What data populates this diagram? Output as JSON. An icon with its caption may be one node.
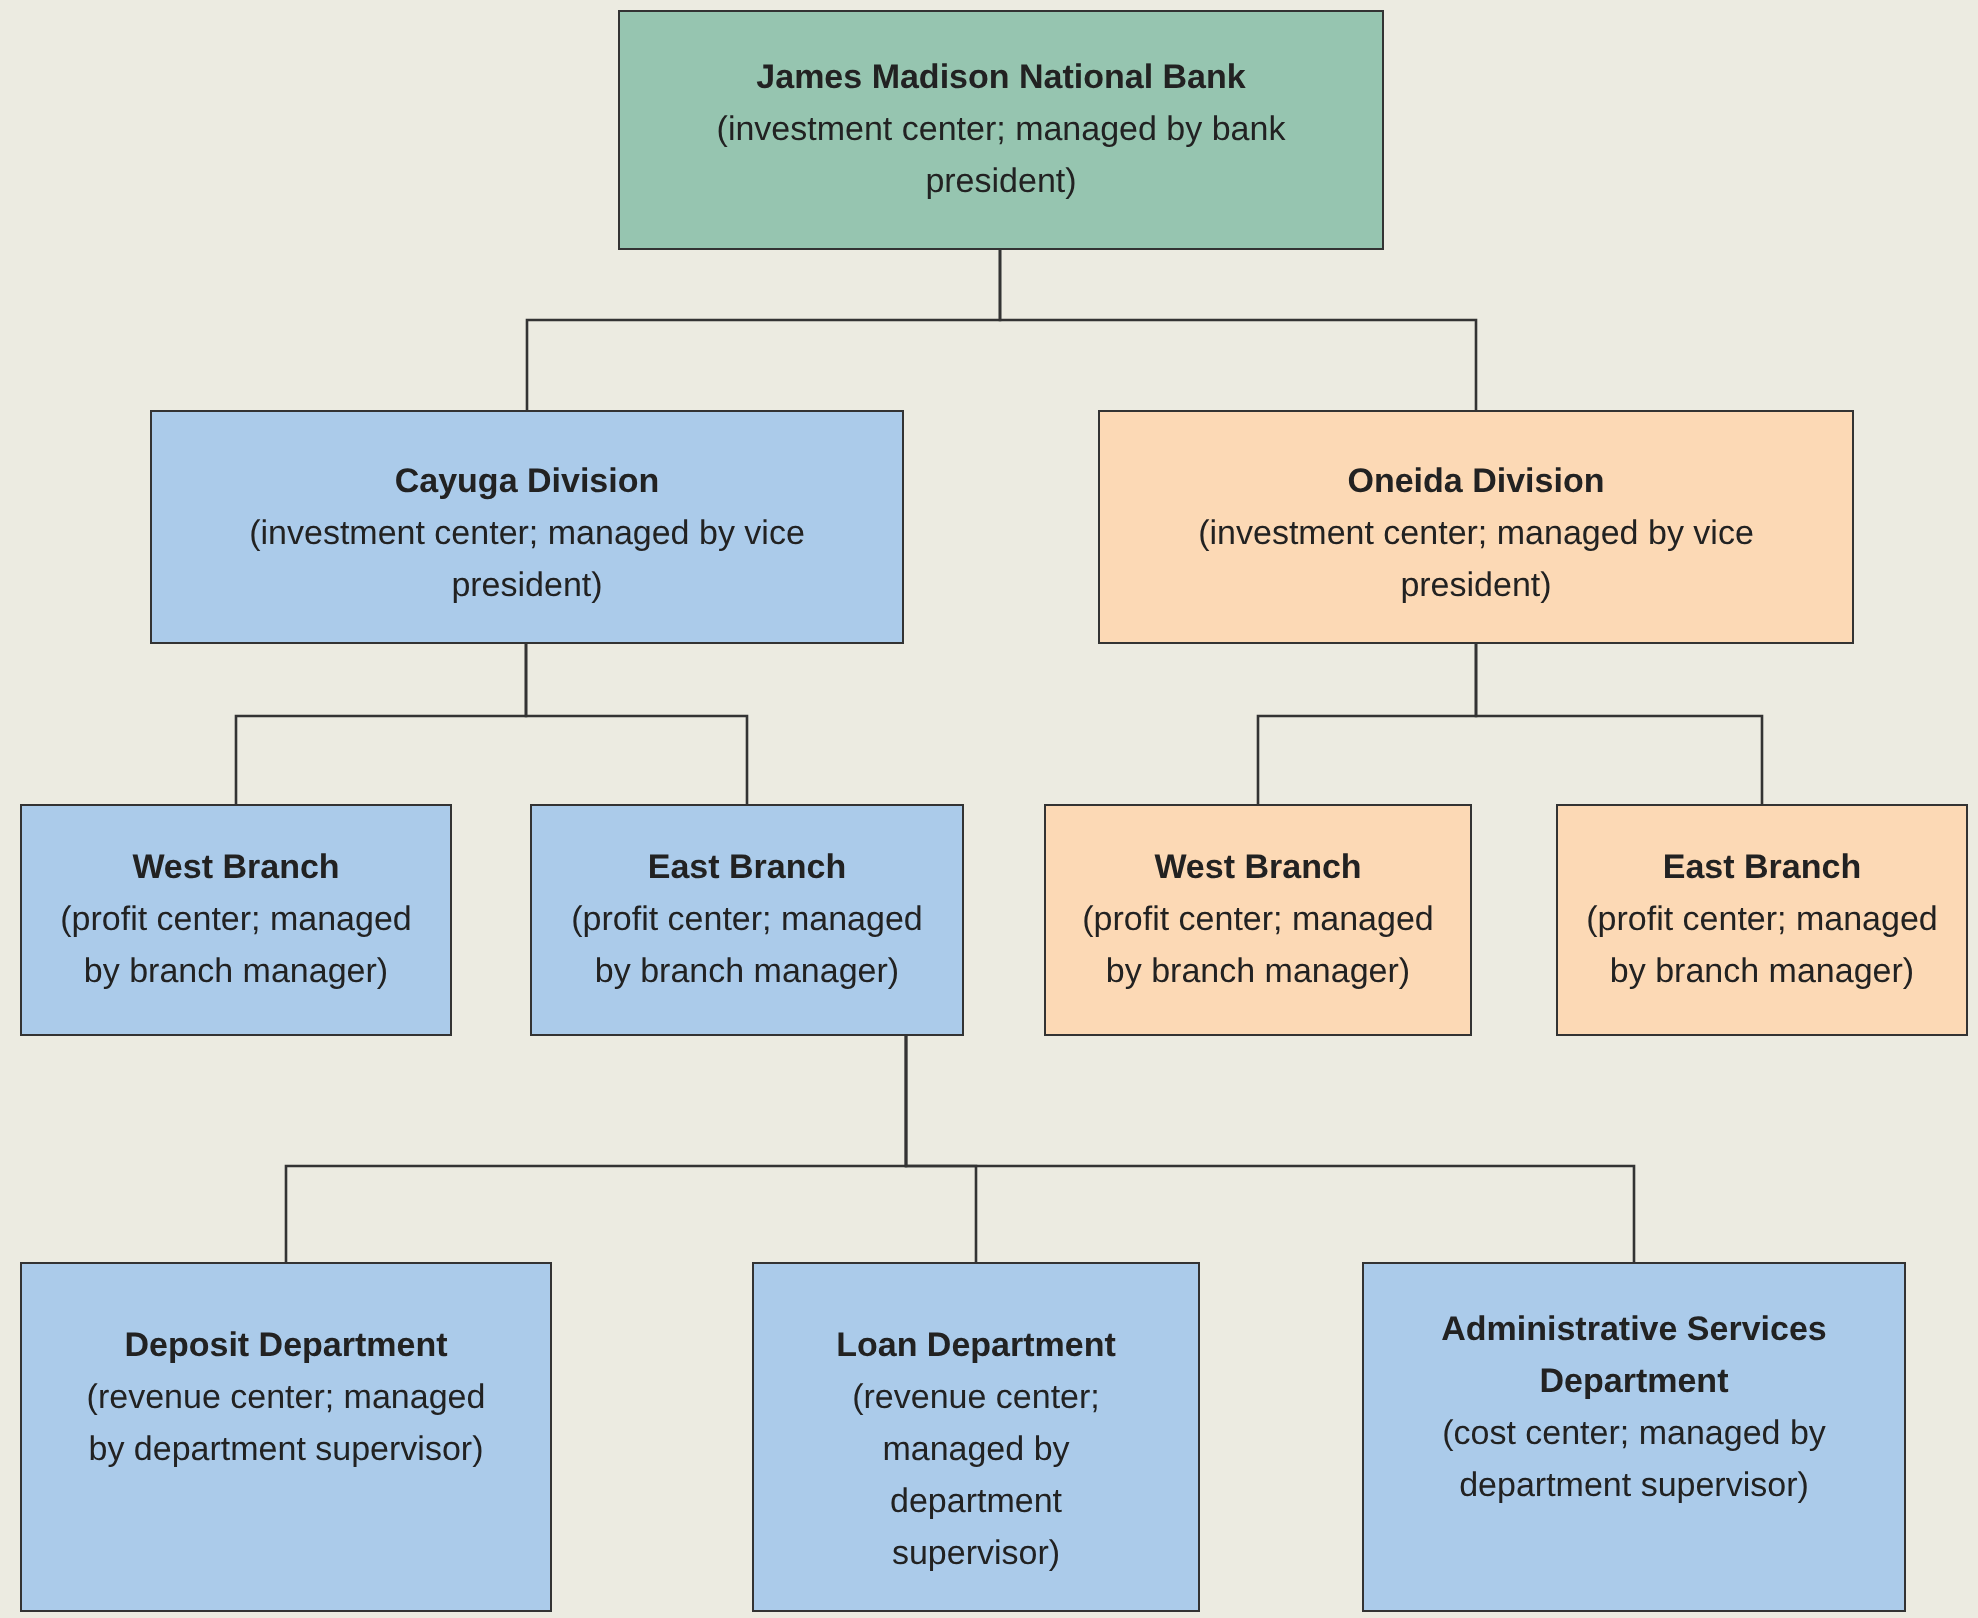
{
  "diagram": {
    "nodes": [
      {
        "text": [
          "James Madison National Bank",
          "(investment center; managed by bank president)"
        ]
      },
      {
        "text": [
          "Cayuga Division",
          "(investment center; managed by vice president)"
        ]
      },
      {
        "text": [
          "Oneida Division",
          "(investment center; managed by vice president)"
        ]
      },
      {
        "text": [
          "West Branch",
          "(profit center; managed by branch manager)"
        ]
      },
      {
        "text": [
          "East Branch",
          "(profit center; managed by branch manager)"
        ]
      },
      {
        "text": [
          "West Branch",
          "(profit center; managed by branch manager)"
        ]
      },
      {
        "text": [
          "East Branch",
          "(profit center; managed by branch manager)"
        ]
      },
      {
        "text": [
          "Deposit Department",
          "(revenue center; managed by department supervisor)"
        ]
      },
      {
        "text": [
          "Loan Department",
          "(revenue center; managed by department supervisor)"
        ]
      },
      {
        "text": [
          "Administrative Services Department",
          "(cost center; managed by department supervisor)"
        ]
      }
    ],
    "edges": [
      {
        "from": 0,
        "to": 1,
        "arrow": "none"
      },
      {
        "from": 0,
        "to": 2,
        "arrow": "none"
      },
      {
        "from": 1,
        "to": 3,
        "arrow": "none"
      },
      {
        "from": 1,
        "to": 4,
        "arrow": "none"
      },
      {
        "from": 2,
        "to": 5,
        "arrow": "none"
      },
      {
        "from": 2,
        "to": 6,
        "arrow": "none"
      },
      {
        "from": 4,
        "to": 7,
        "arrow": "none"
      },
      {
        "from": 4,
        "to": 8,
        "arrow": "none"
      },
      {
        "from": 4,
        "to": 9,
        "arrow": "none"
      }
    ]
  }
}
